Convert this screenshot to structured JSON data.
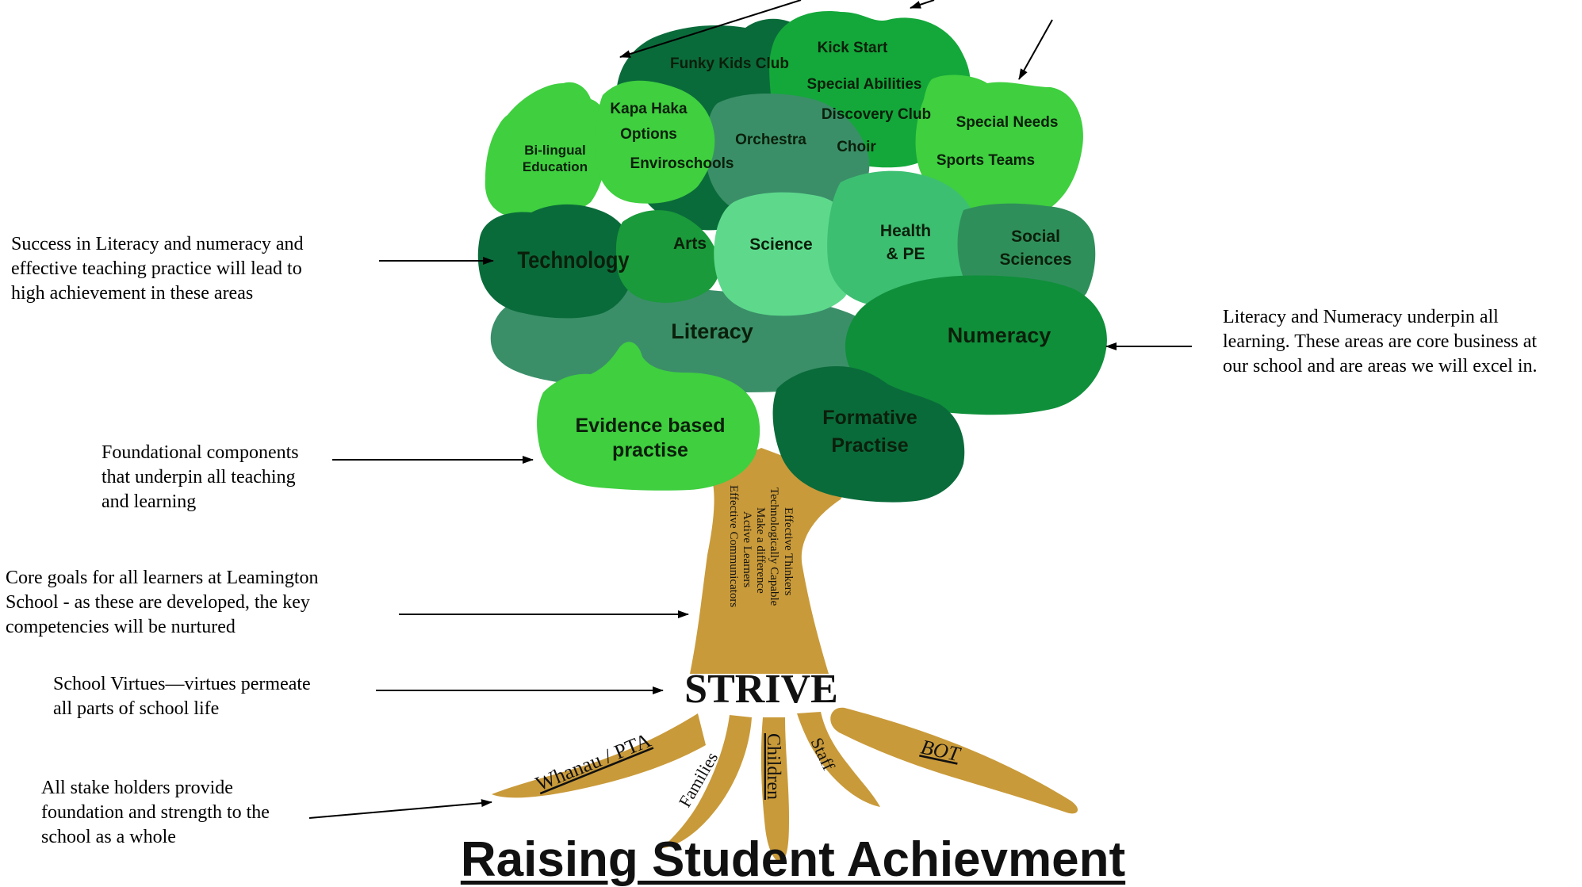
{
  "leaves": {
    "funky_kids_club": "Funky Kids Club",
    "kick_start": "Kick Start",
    "special_abilities": "Special Abilities",
    "discovery_club": "Discovery Club",
    "kapa_haka": "Kapa Haka",
    "options": "Options",
    "enviroschools": "Enviroschools",
    "orchestra": "Orchestra",
    "choir": "Choir",
    "special_needs": "Special Needs",
    "sports_teams": "Sports Teams",
    "bilingual_line1": "Bi-lingual",
    "bilingual_line2": "Education",
    "technology": "Technology",
    "arts": "Arts",
    "science": "Science",
    "health_line1": "Health",
    "health_line2": "& PE",
    "social_line1": "Social",
    "social_line2": "Sciences",
    "literacy": "Literacy",
    "numeracy": "Numeracy",
    "evidence_line1": "Evidence based",
    "evidence_line2": "practise",
    "formative_line1": "Formative",
    "formative_line2": "Practise"
  },
  "trunk_goals": [
    "Effective Thinkers",
    "Technologically Capable",
    "Make a difference",
    "Active Learners",
    "Effective Communicators"
  ],
  "virtue": "STRIVE",
  "roots": {
    "whanau": "Whanau / PTA",
    "families": "Families",
    "children": "Children",
    "staff": "Staff",
    "bot": "BOT"
  },
  "annotations": {
    "success": [
      "Success in  Literacy and numeracy and",
      "effective teaching practice will lead to",
      "high achievement in these areas"
    ],
    "literacy_numeracy": [
      "Literacy and Numeracy underpin all",
      "learning.  These areas are core business at",
      "our school and are areas we will excel in."
    ],
    "foundational": [
      "Foundational components",
      "that underpin all teaching",
      "and learning"
    ],
    "core_goals": [
      "Core goals for all learners at Leamington",
      "School - as these are developed, the key",
      "competencies will be nurtured"
    ],
    "virtues": [
      "School Virtues—virtues permeate",
      "all parts of school life"
    ],
    "stakeholders": [
      "All stake holders provide",
      "foundation and strength to the",
      "school as a whole"
    ]
  },
  "title": "Raising Student Achievment",
  "colors": {
    "trunk": "#c99a3a",
    "dark_green": "#0a6b3a",
    "mid_green": "#1a9a3a",
    "bright_green": "#3fcf3f",
    "teal_green": "#3a8f68",
    "jade": "#3dbf72"
  }
}
